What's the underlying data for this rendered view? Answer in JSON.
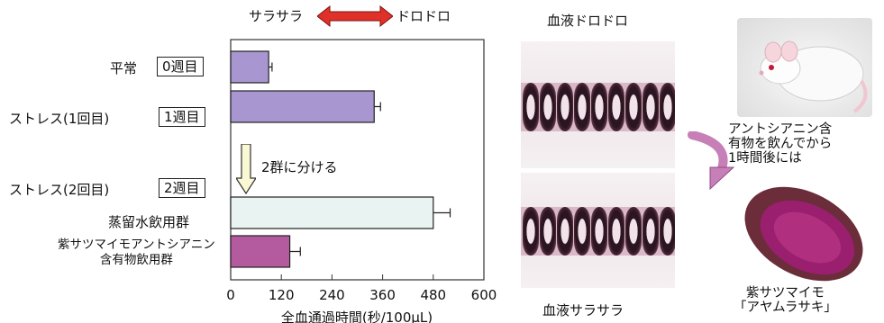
{
  "header": {
    "smooth_label": "サラサラ",
    "thick_label": "ドロドロ",
    "arrow_color": "#e0302a"
  },
  "chart_data": {
    "type": "bar",
    "orientation": "horizontal",
    "categories": [
      "平常 0週目",
      "ストレス(1回目) 1週目",
      "蒸留水飲用群",
      "紫サツマイモアントシアニン含有物飲用群"
    ],
    "values": [
      90,
      340,
      480,
      140
    ],
    "errors": [
      8,
      15,
      40,
      25
    ],
    "colors": [
      "#a796cf",
      "#a796cf",
      "#e9f3f1",
      "#b45ba0"
    ],
    "xlabel": "全血通過時間(秒/100μL)",
    "xlim": [
      0,
      600
    ],
    "xticks": [
      0,
      120,
      240,
      360,
      480,
      600
    ],
    "grid": false
  },
  "rows": {
    "r1_label": "平常",
    "r1_week": "0週目",
    "r2_label": "ストレス(1回目)",
    "r2_week": "1週目",
    "r3_label": "ストレス(2回目)",
    "r3_week": "2週目",
    "split_label": "2群に分ける",
    "g1_label": "蒸留水飲用群",
    "g2_label_line1": "紫サツマイモアントシアニン",
    "g2_label_line2": "含有物飲用群"
  },
  "micro": {
    "top_label": "血液ドロドロ",
    "bottom_label": "血液サラサラ"
  },
  "right": {
    "caption_line1": "アントシアニン含",
    "caption_line2": "有物を飲んでから",
    "caption_line3": "1時間後には",
    "potato_line1": "紫サツマイモ",
    "potato_line2": "「アヤムラサキ」",
    "arrow_color": "#c77fb8"
  }
}
